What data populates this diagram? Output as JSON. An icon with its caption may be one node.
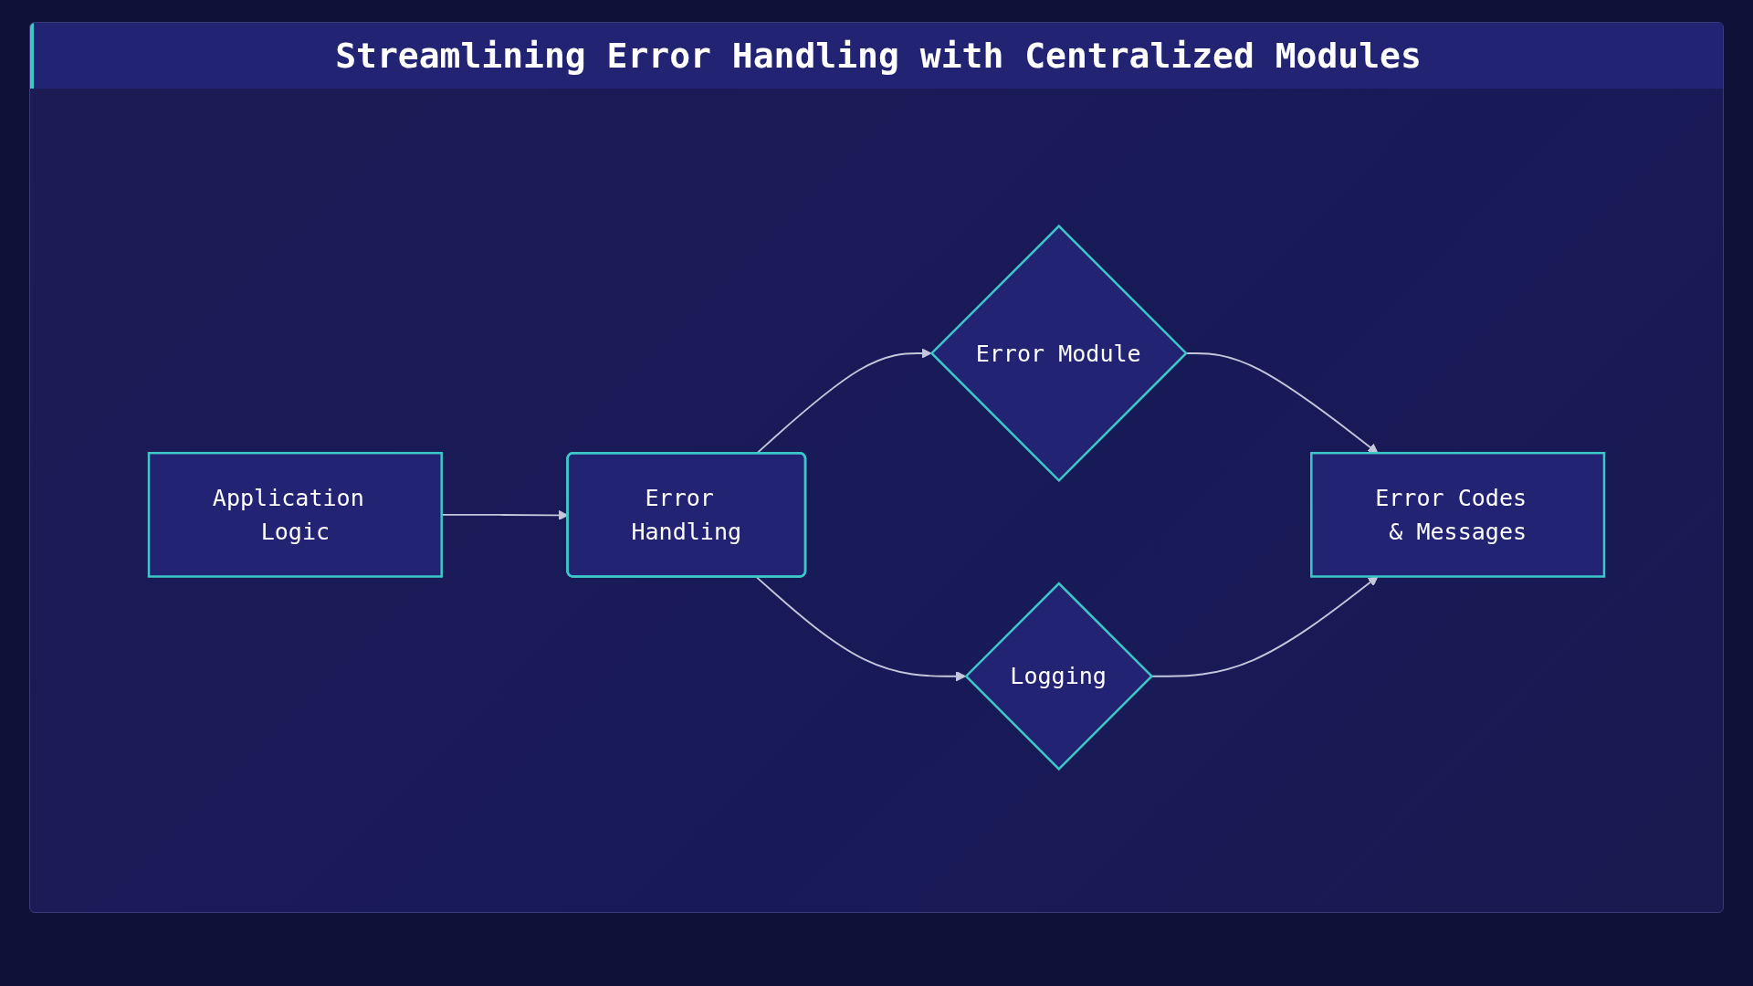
{
  "diagram": {
    "title": "Streamlining Error Handling with Centralized Modules",
    "nodes": [
      {
        "text": [
          "Application Logic"
        ]
      },
      {
        "text": [
          "Error Handling"
        ]
      },
      {
        "text": [
          "Error Module"
        ]
      },
      {
        "text": [
          "Logging"
        ]
      },
      {
        "text": [
          "Error Codes & Messages"
        ]
      }
    ],
    "edges": [
      {
        "from": 0,
        "to": 1,
        "arrow": "to"
      },
      {
        "from": 1,
        "to": 2,
        "arrow": "to"
      },
      {
        "from": 1,
        "to": 3,
        "arrow": "to"
      },
      {
        "from": 2,
        "to": 4,
        "arrow": "to"
      },
      {
        "from": 3,
        "to": 4,
        "arrow": "to"
      }
    ]
  }
}
